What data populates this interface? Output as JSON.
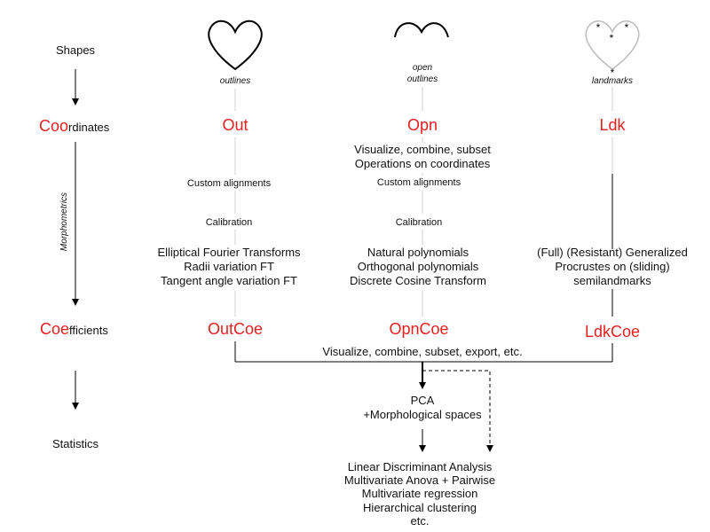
{
  "stages": {
    "shapes": "Shapes",
    "coordinates_red": "Coo",
    "coordinates_rest": "rdinates",
    "coefficients_red": "Coe",
    "coefficients_rest": "fficients",
    "statistics": "Statistics",
    "side_label": "Morphometrics"
  },
  "columns": {
    "out": {
      "shape_label": "outlines",
      "coord_class": "Out",
      "steps": [
        "Custom alignments",
        "Calibration"
      ],
      "methods": [
        "Elliptical Fourier Transforms",
        "Radii variation FT",
        "Tangent angle variation FT"
      ],
      "coef_class": "OutCoe"
    },
    "opn": {
      "shape_label_1": "open",
      "shape_label_2": "outlines",
      "coord_class": "Opn",
      "coord_ops": [
        "Visualize, combine, subset",
        "Operations on coordinates"
      ],
      "steps": [
        "Custom alignments",
        "Calibration"
      ],
      "methods": [
        "Natural polynomials",
        "Orthogonal polynomials",
        "Discrete Cosine Transform"
      ],
      "coef_class": "OpnCoe"
    },
    "ldk": {
      "shape_label": "landmarks",
      "coord_class": "Ldk",
      "methods": [
        "(Full) (Resistant) Generalized",
        "Procrustes on (sliding)",
        "semilandmarks"
      ],
      "coef_class": "LdkCoe"
    }
  },
  "coef_ops": "Visualize, combine, subset, export, etc.",
  "pca": [
    "PCA",
    "+Morphological spaces"
  ],
  "stats": [
    "Linear Discriminant Analysis",
    "Multivariate Anova + Pairwise",
    "Multivariate regression",
    "Hierarchical clustering",
    "etc."
  ],
  "colors": {
    "accent": "#e32020",
    "guide": "#d0d0d0",
    "landmark_outline": "#bbbbbb"
  }
}
